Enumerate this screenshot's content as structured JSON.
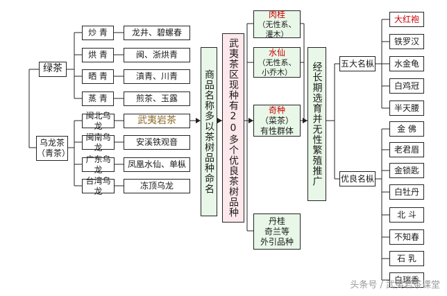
{
  "categories": {
    "green": "绿茶",
    "oolong": "乌龙茶\n（青茶）"
  },
  "green_methods": [
    {
      "method": "炒 青",
      "examples": "龙井、碧螺春"
    },
    {
      "method": "烘 青",
      "examples": "闽、浙烘青"
    },
    {
      "method": "晒 青",
      "examples": "滇青、川青"
    },
    {
      "method": "蒸 青",
      "examples": "煎茶、玉露"
    }
  ],
  "oolong_regions": [
    {
      "region": "闽北乌龙",
      "examples": "武夷岩茶"
    },
    {
      "region": "闽南乌龙",
      "examples": "安溪铁观音"
    },
    {
      "region": "广东乌龙",
      "examples": "凤凰水仙、单枞"
    },
    {
      "region": "台湾乌龙",
      "examples": "冻顶乌龙"
    }
  ],
  "naming_box": "商品名称多以茶树品种命名",
  "varieties_box": "武夷茶区现种有20多个优良茶树品种",
  "varieties": [
    {
      "name": "肉桂",
      "note": "（无性系、\n灌木）"
    },
    {
      "name": "水仙",
      "note": "（无性系、\n小乔木）"
    },
    {
      "name": "奇种",
      "note": "（菜茶）\n有性群体"
    },
    {
      "name": "丹桂",
      "note": "奇兰等\n外引品种"
    }
  ],
  "selection_box": "经长期选育并无性繁殖推广",
  "groups": {
    "five_famous": "五大名枞",
    "excellent": "优良名枞"
  },
  "five_famous_list": [
    "大红袍",
    "铁罗汉",
    "水金龟",
    "白鸡冠",
    "半天腰"
  ],
  "excellent_list": [
    "金 佛",
    "老君眉",
    "金锁匙",
    "白牡丹",
    "北 斗",
    "不知春",
    "石 乳",
    "白瑞香"
  ],
  "watermark": "头条号 / 武夷岩茶课堂",
  "colors": {
    "line": "#222222",
    "green_fill": "#e8f7e8",
    "pink_fill": "#fde8ec",
    "accent_red": "#cc0000"
  }
}
